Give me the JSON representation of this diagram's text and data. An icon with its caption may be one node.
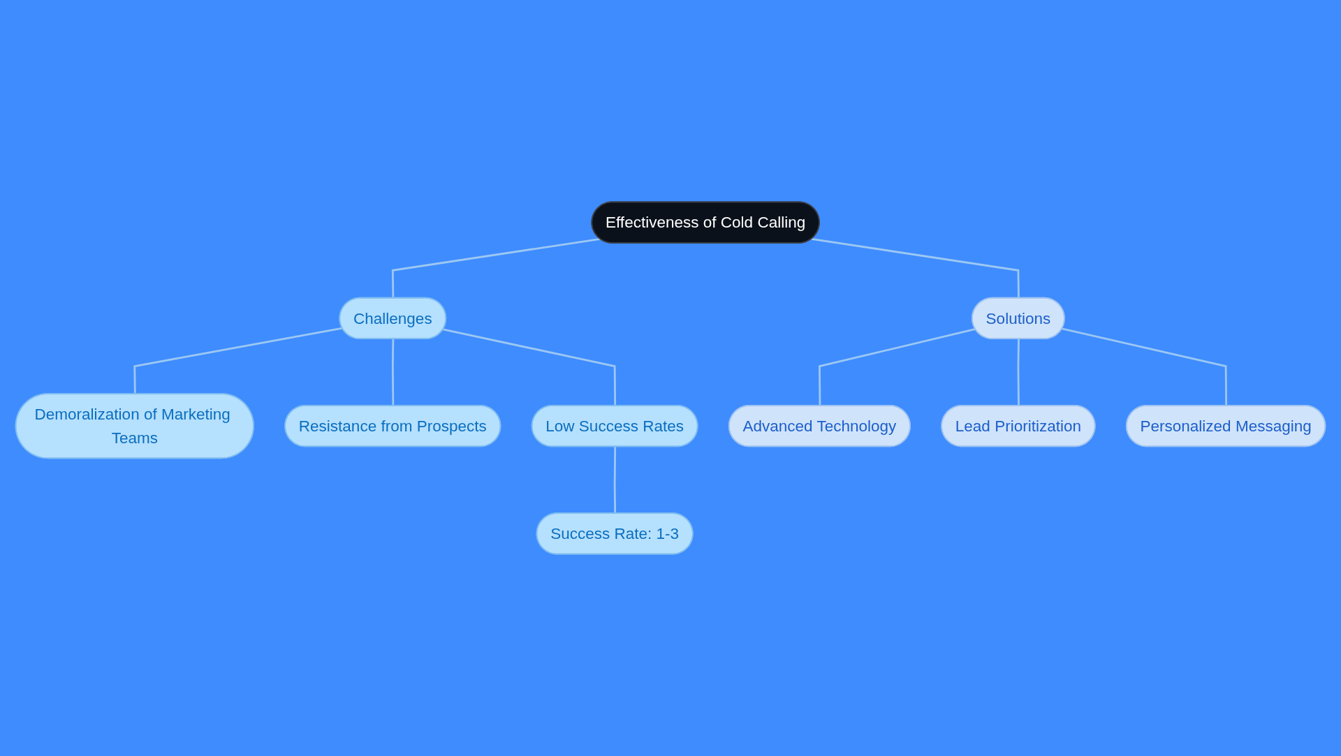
{
  "diagram": {
    "nodes": [
      {
        "text": [
          "Effectiveness of Cold Calling"
        ]
      },
      {
        "text": [
          "Challenges"
        ]
      },
      {
        "text": [
          "Demoralization of Marketing Teams"
        ]
      },
      {
        "text": [
          "Resistance from Prospects"
        ]
      },
      {
        "text": [
          "Low Success Rates"
        ]
      },
      {
        "text": [
          "Success Rate: 1-3"
        ]
      },
      {
        "text": [
          "Solutions"
        ]
      },
      {
        "text": [
          "Advanced Technology"
        ]
      },
      {
        "text": [
          "Lead Prioritization"
        ]
      },
      {
        "text": [
          "Personalized Messaging"
        ]
      }
    ],
    "edges": [
      {
        "from": 0,
        "to": 1,
        "arrow": "none"
      },
      {
        "from": 1,
        "to": 2,
        "arrow": "none"
      },
      {
        "from": 1,
        "to": 3,
        "arrow": "none"
      },
      {
        "from": 1,
        "to": 4,
        "arrow": "none"
      },
      {
        "from": 4,
        "to": 5,
        "arrow": "none"
      },
      {
        "from": 0,
        "to": 6,
        "arrow": "none"
      },
      {
        "from": 6,
        "to": 7,
        "arrow": "none"
      },
      {
        "from": 6,
        "to": 8,
        "arrow": "none"
      },
      {
        "from": 6,
        "to": 9,
        "arrow": "none"
      }
    ]
  }
}
